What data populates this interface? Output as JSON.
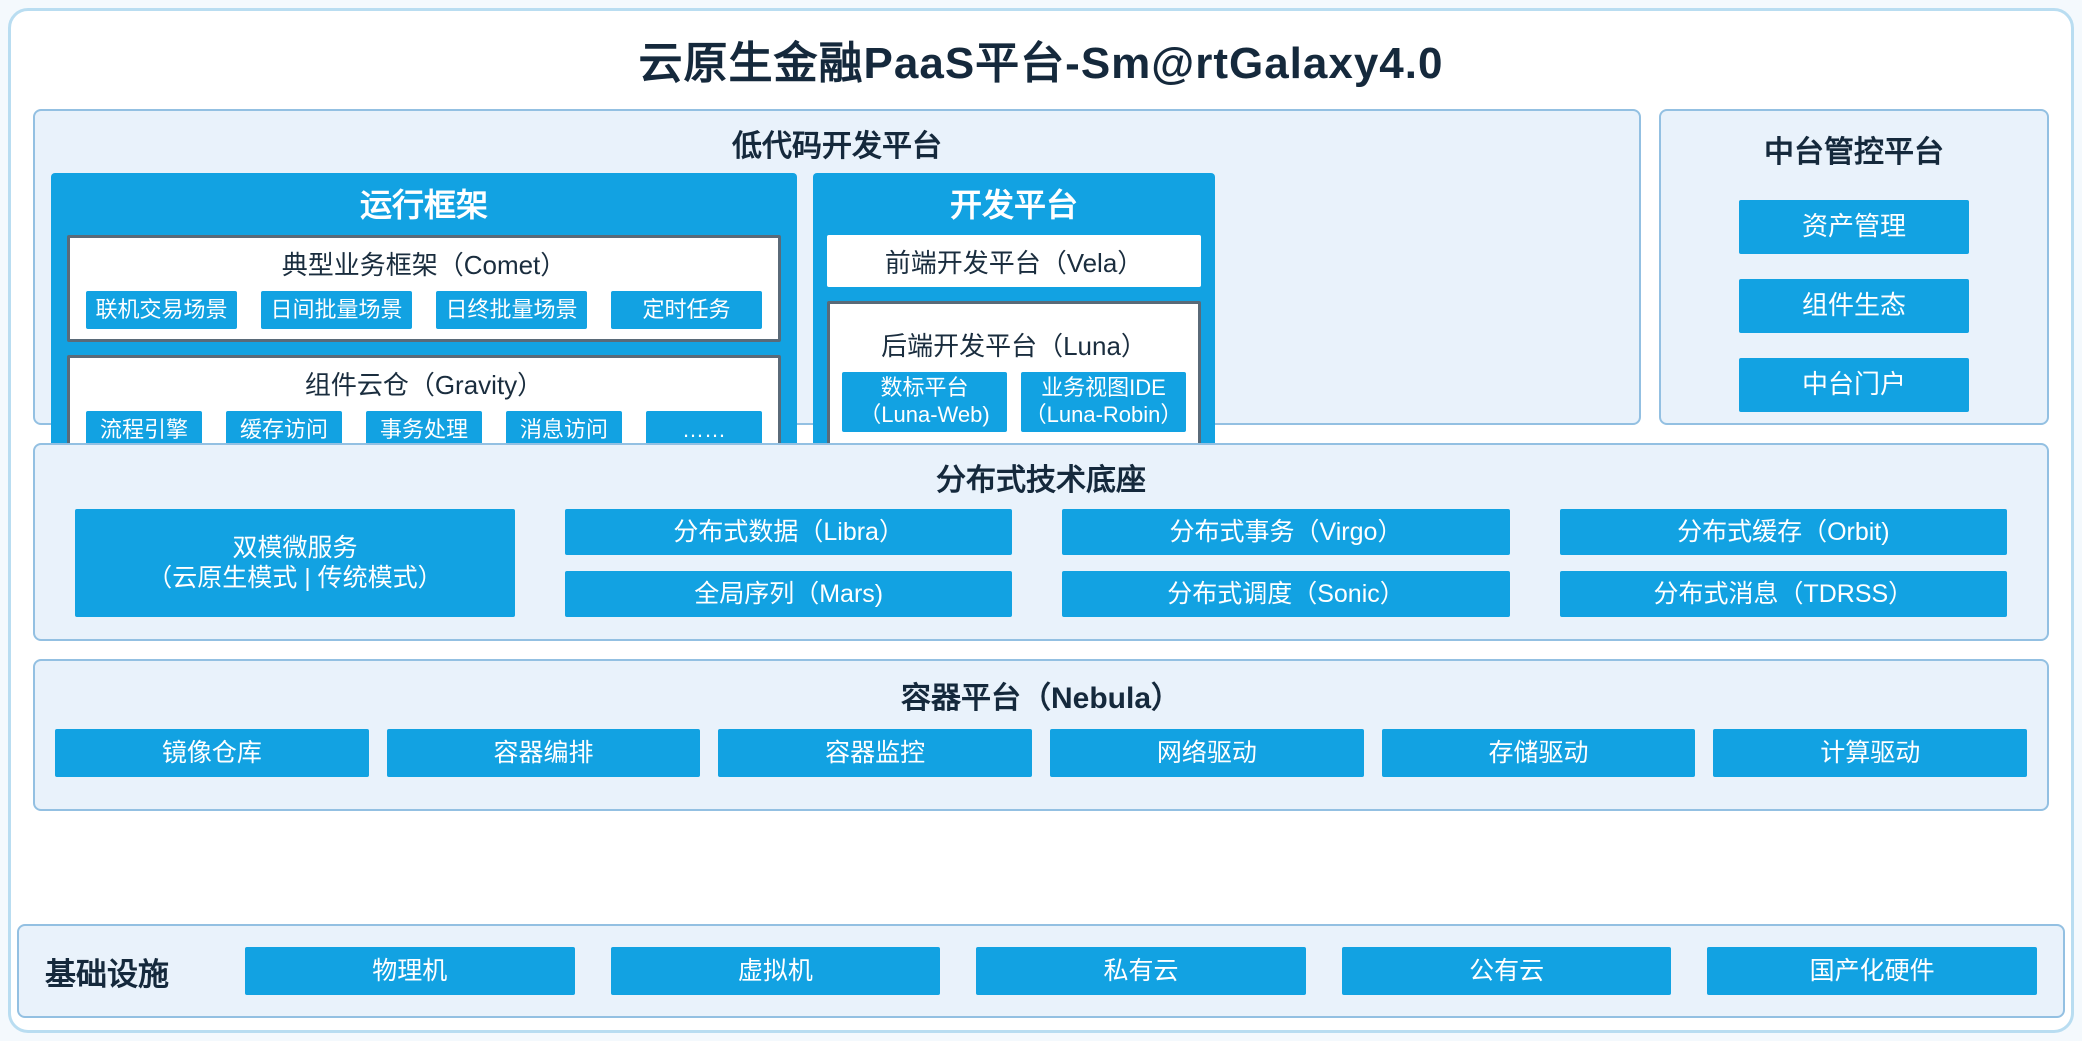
{
  "title": "云原生金融PaaS平台-Sm@rtGalaxy4.0",
  "lowcode": {
    "title": "低代码开发平台",
    "runtime": {
      "title": "运行框架",
      "comet": {
        "title": "典型业务框架（Comet）",
        "items": [
          "联机交易场景",
          "日间批量场景",
          "日终批量场景",
          "定时任务"
        ]
      },
      "gravity": {
        "title": "组件云仓（Gravity）",
        "items": [
          "流程引擎",
          "缓存访问",
          "事务处理",
          "消息访问",
          "……"
        ]
      }
    },
    "dev": {
      "title": "开发平台",
      "vela": "前端开发平台（Vela）",
      "luna": {
        "title": "后端开发平台（Luna）",
        "items": [
          "数标平台\n（Luna-Web)",
          "业务视图IDE\n（Luna-Robin）"
        ]
      }
    }
  },
  "middle_platform": {
    "title": "中台管控平台",
    "items": [
      "资产管理",
      "组件生态",
      "中台门户"
    ]
  },
  "distributed": {
    "title": "分布式技术底座",
    "microservice": "双模微服务\n（云原生模式 | 传统模式）",
    "items": [
      "分布式数据（Libra）",
      "分布式事务（Virgo）",
      "分布式缓存（Orbit)",
      "全局序列（Mars)",
      "分布式调度（Sonic）",
      "分布式消息（TDRSS）"
    ]
  },
  "container_platform": {
    "title": "容器平台（Nebula）",
    "items": [
      "镜像仓库",
      "容器编排",
      "容器监控",
      "网络驱动",
      "存储驱动",
      "计算驱动"
    ]
  },
  "infrastructure": {
    "title": "基础设施",
    "items": [
      "物理机",
      "虚拟机",
      "私有云",
      "公有云",
      "国产化硬件"
    ]
  },
  "colors": {
    "primary_blue": "#12A2E2",
    "panel_bg": "#E9F2FB",
    "panel_border": "#93C0E2",
    "dark_border": "#5A6A78",
    "text_dark": "#15293C"
  }
}
